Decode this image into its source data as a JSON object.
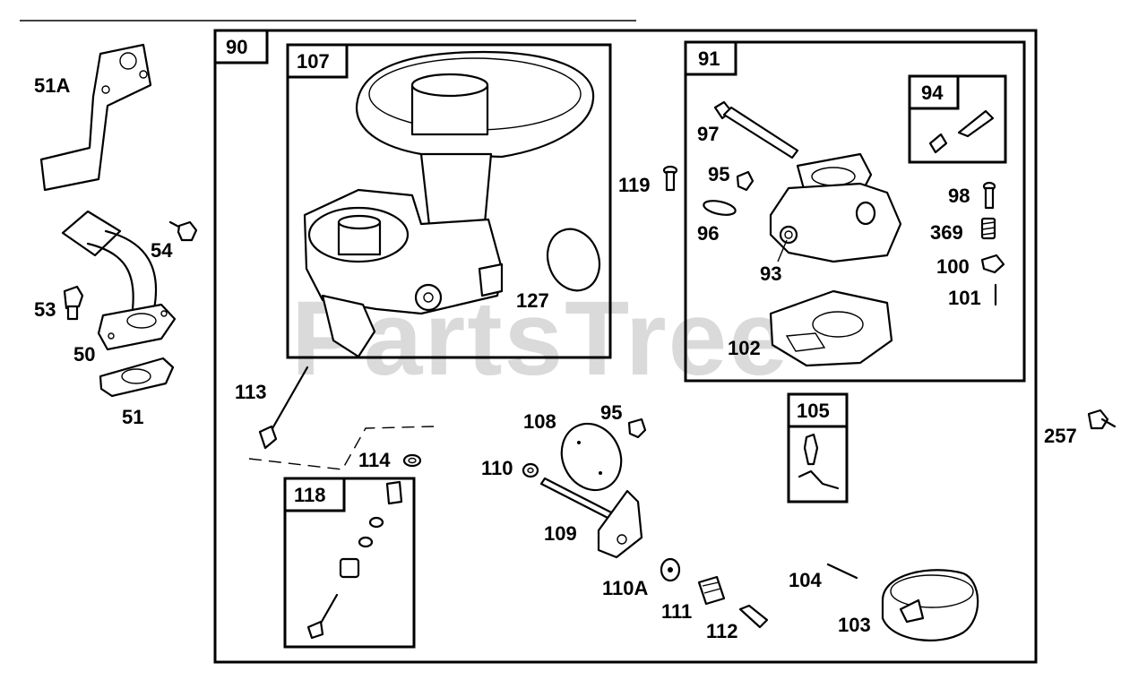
{
  "watermark": "PartsTree",
  "boxes": {
    "b90": "90",
    "b107": "107",
    "b91": "91",
    "b94": "94",
    "b105": "105",
    "b118": "118"
  },
  "labels": {
    "p51A": "51A",
    "p54": "54",
    "p53": "53",
    "p50": "50",
    "p51": "51",
    "p127": "127",
    "p119": "119",
    "p97": "97",
    "p95a": "95",
    "p96": "96",
    "p93": "93",
    "p98": "98",
    "p369": "369",
    "p100": "100",
    "p101": "101",
    "p102": "102",
    "p113": "113",
    "p114": "114",
    "p108": "108",
    "p95b": "95",
    "p110": "110",
    "p109": "109",
    "p110A": "110A",
    "p111": "111",
    "p112": "112",
    "p104": "104",
    "p103": "103",
    "p257": "257"
  }
}
